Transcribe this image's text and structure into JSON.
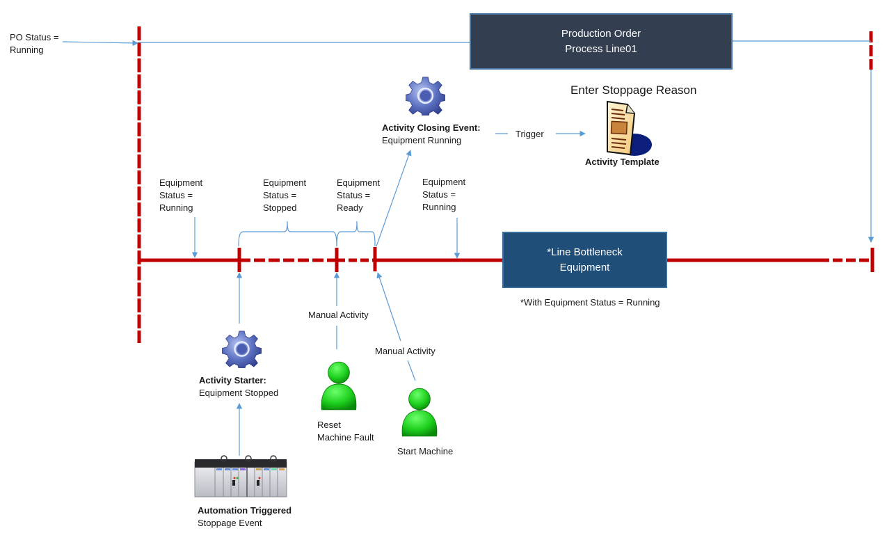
{
  "colors": {
    "timeline_red": "#c00000",
    "connector_blue": "#5b9bd5",
    "po_box_fill": "#333e50",
    "equipment_box_fill": "#1f4e79",
    "person_green": "#22cc22",
    "gear_blue": "#5a6fc0"
  },
  "po_status": {
    "line1": "PO Status =",
    "line2": "Running"
  },
  "production_order": {
    "line1": "Production Order",
    "line2": "Process Line01"
  },
  "bottleneck": {
    "line1": "*Line Bottleneck",
    "line2": "Equipment",
    "footnote": "*With Equipment  Status = Running"
  },
  "equipment_statuses": [
    {
      "line1": "Equipment",
      "line2": "Status =",
      "line3": "Running"
    },
    {
      "line1": "Equipment",
      "line2": "Status =",
      "line3": "Stopped"
    },
    {
      "line1": "Equipment",
      "line2": "Status =",
      "line3": "Ready"
    },
    {
      "line1": "Equipment",
      "line2": "Status =",
      "line3": "Running"
    }
  ],
  "activity_closing": {
    "title": "Activity Closing Event:",
    "subtitle": "Equipment Running",
    "icon": "gear-icon"
  },
  "trigger_label": "Trigger",
  "stoppage_reason": {
    "heading": "Enter Stoppage Reason",
    "caption": "Activity Template",
    "icon": "document-icon"
  },
  "activity_starter": {
    "title": "Activity Starter:",
    "subtitle": "Equipment Stopped",
    "icon": "gear-icon"
  },
  "automation": {
    "title": "Automation Triggered",
    "subtitle": "Stoppage Event",
    "icon": "plc-rack-icon"
  },
  "manual_activities": [
    {
      "label": "Manual Activity",
      "line1": "Reset",
      "line2": "Machine Fault",
      "icon": "person-icon"
    },
    {
      "label": "Manual Activity",
      "line1": "Start Machine",
      "line2": "",
      "icon": "person-icon"
    }
  ]
}
